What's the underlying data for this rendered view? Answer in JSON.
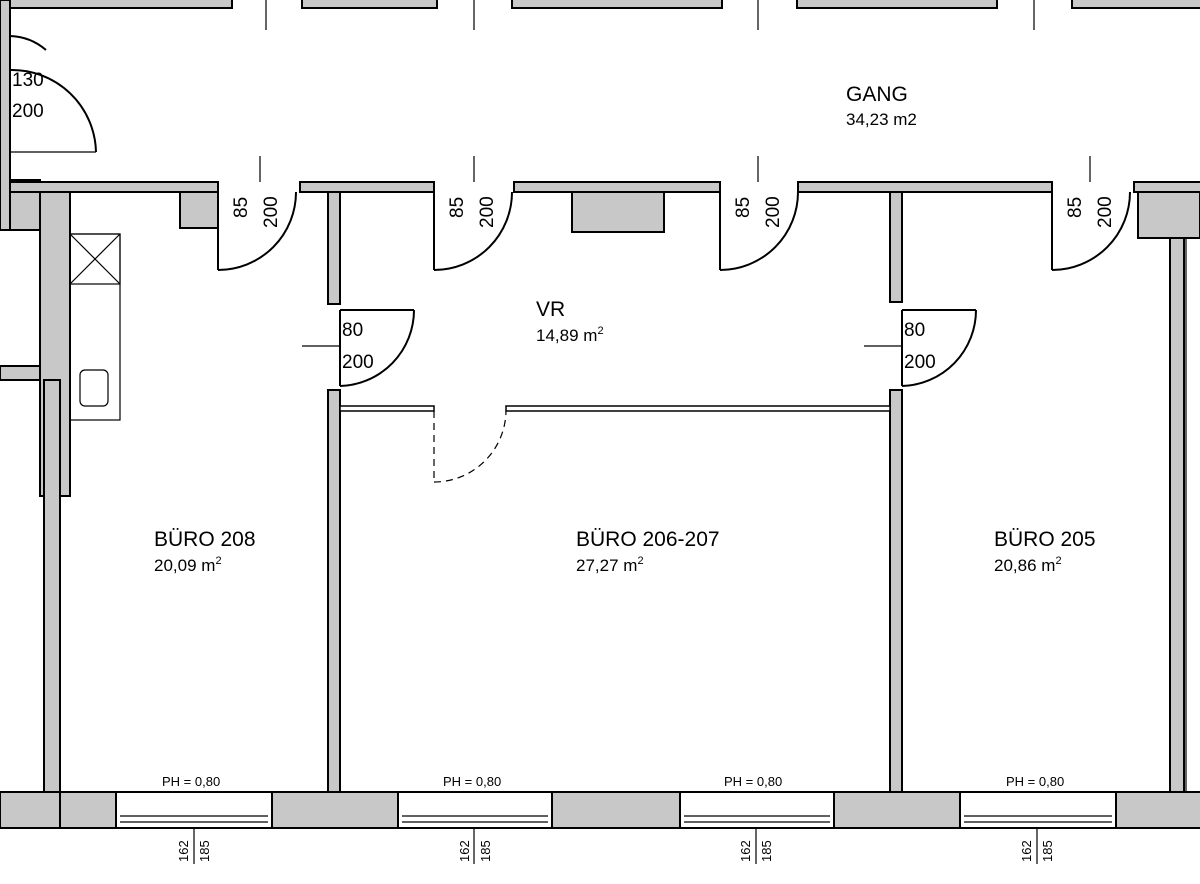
{
  "rooms": {
    "gang": {
      "name": "GANG",
      "area": "34,23 m2"
    },
    "vr": {
      "name": "VR",
      "area_value": "14,89 m",
      "area_exp": "2"
    },
    "b208": {
      "name": "BÜRO 208",
      "area_value": "20,09 m",
      "area_exp": "2"
    },
    "b206": {
      "name": "BÜRO 206-207",
      "area_value": "27,27 m",
      "area_exp": "2"
    },
    "b205": {
      "name": "BÜRO 205",
      "area_value": "20,86 m",
      "area_exp": "2"
    }
  },
  "doors": {
    "entry": {
      "width": "130",
      "height": "200"
    },
    "corridor_door_width": "85",
    "corridor_door_height": "200",
    "inner_door_width": "80",
    "inner_door_height": "200"
  },
  "windows": {
    "parapet_label": "PH = 0,80",
    "sill_height": "162",
    "head_height": "185"
  }
}
